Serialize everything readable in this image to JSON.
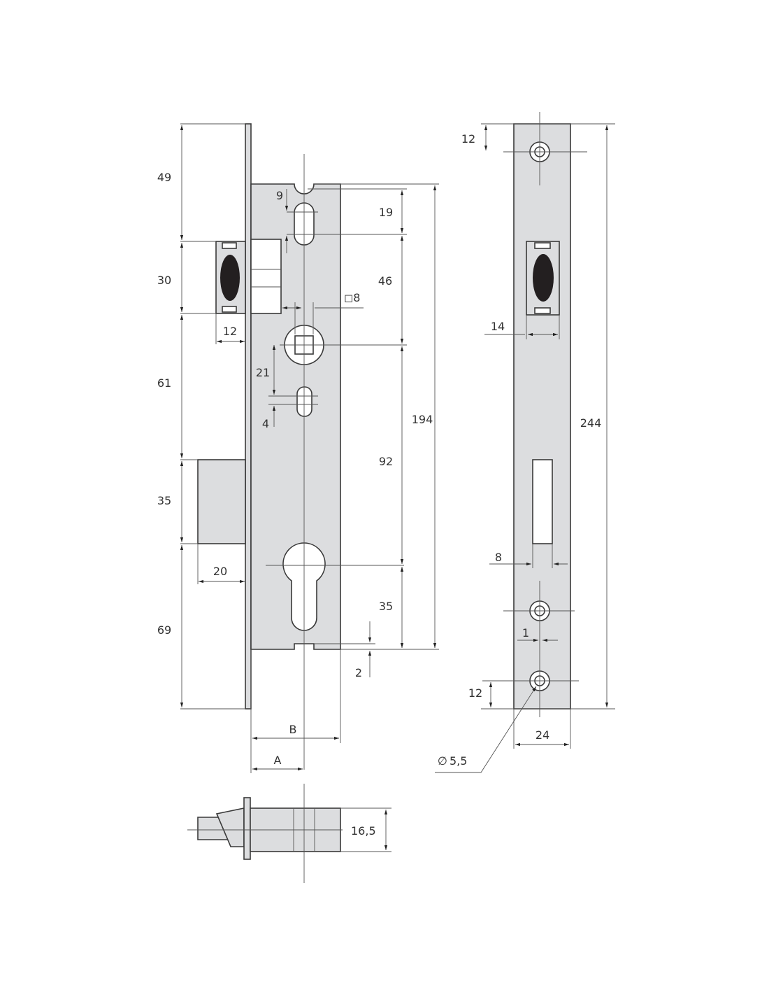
{
  "left_view": {
    "dims_left": [
      "49",
      "30",
      "12",
      "61",
      "35",
      "20",
      "69"
    ],
    "dims_inner": [
      "9",
      "21",
      "4"
    ],
    "square_spindle": "8",
    "dims_right": [
      "19",
      "46",
      "92",
      "35",
      "2",
      "194"
    ],
    "width_labels": [
      "B",
      "A"
    ]
  },
  "right_view": {
    "dims": [
      "12",
      "14",
      "8",
      "1",
      "12",
      "24",
      "244"
    ],
    "hole_diameter": "5,5"
  },
  "bottom_view": {
    "depth": "16,5"
  },
  "symbols": {
    "diameter": "∅",
    "square": "◻"
  }
}
